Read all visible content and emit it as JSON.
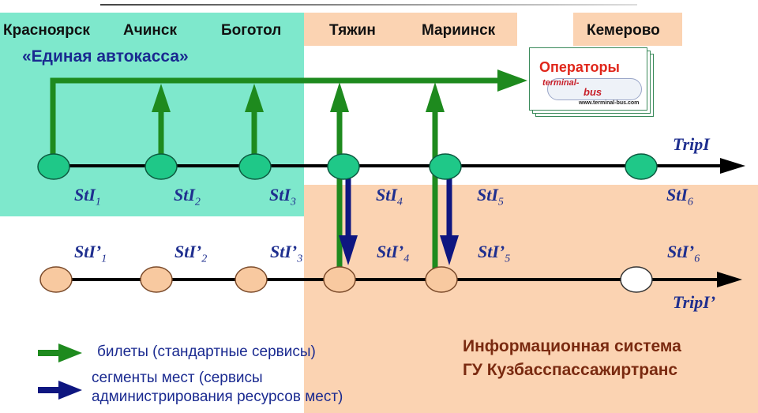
{
  "top_stations": [
    "Красноярск",
    "Ачинск",
    "Боготол"
  ],
  "mid_stations": [
    "Тяжин",
    "Мариинск"
  ],
  "end_station": "Кемерово",
  "unified_booking": "«Единая автокасса»",
  "operators_card": {
    "title": "Операторы",
    "logo_line1": "terminal-",
    "logo_line2": "bus",
    "url": "www.terminal-bus.com"
  },
  "trip_top": {
    "label": "TripI",
    "stops": [
      {
        "base": "StI",
        "index": "1"
      },
      {
        "base": "StI",
        "index": "2"
      },
      {
        "base": "StI",
        "index": "3"
      },
      {
        "base": "StI",
        "index": "4"
      },
      {
        "base": "StI",
        "index": "5"
      },
      {
        "base": "StI",
        "index": "6"
      }
    ]
  },
  "trip_bottom": {
    "label": "TripI’",
    "stops": [
      {
        "base": "StI’",
        "index": "1"
      },
      {
        "base": "StI’",
        "index": "2"
      },
      {
        "base": "StI’",
        "index": "3"
      },
      {
        "base": "StI’",
        "index": "4"
      },
      {
        "base": "StI’",
        "index": "5"
      },
      {
        "base": "StI’",
        "index": "6"
      }
    ]
  },
  "legend": {
    "green": "билеты (стандартные сервисы)",
    "blue_line1": "сегменты мест (сервисы",
    "blue_line2": "администрирования ресурсов мест)"
  },
  "info_system": {
    "line1": "Информационная система",
    "line2": "ГУ Кузбасспассажиртранс"
  },
  "colors": {
    "teal_zone": "#7ee8cc",
    "peach_zone": "#fbd3b2",
    "green_arrow": "#1e8a1e",
    "blue_arrow": "#0e1680",
    "stop_green": "#1fc888",
    "stop_peach": "#f8c9a0"
  }
}
